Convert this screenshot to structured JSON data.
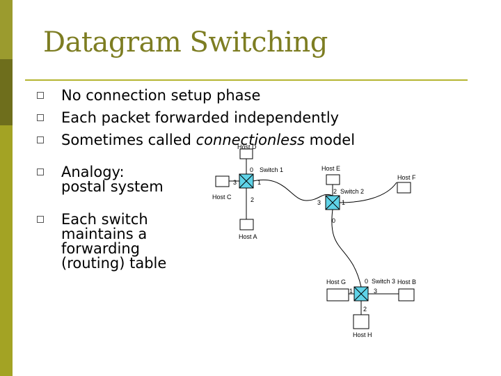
{
  "slide": {
    "title": "Datagram Switching",
    "bullets": [
      {
        "text": "No connection setup phase"
      },
      {
        "text": "Each packet forwarded independently"
      },
      {
        "prefix": "Sometimes called ",
        "em": "connectionless",
        "suffix": " model"
      },
      {
        "lines": [
          "Analogy:",
          "postal system"
        ]
      },
      {
        "lines": [
          "Each switch",
          "maintains a",
          "forwarding",
          "(routing) table"
        ]
      }
    ]
  },
  "diagram": {
    "hosts": {
      "host_a": "Host A",
      "host_b": "Host B",
      "host_c": "Host C",
      "host_d": "Host D",
      "host_e": "Host E",
      "host_f": "Host F",
      "host_g": "Host G",
      "host_h": "Host H"
    },
    "switches": {
      "switch_1": {
        "name": "Switch 1",
        "ports": {
          "p0": "0",
          "p1": "1",
          "p2": "2",
          "p3": "3"
        }
      },
      "switch_2": {
        "name": "Switch 2",
        "ports": {
          "p0": "0",
          "p1": "1",
          "p2": "2",
          "p3": "3"
        }
      },
      "switch_3": {
        "name": "Switch 3",
        "ports": {
          "p0": "0",
          "p1": "1",
          "p2": "2",
          "p3": "3"
        }
      }
    },
    "switch_color": "#5fd3e8"
  },
  "theme": {
    "title_color": "#7d7d22",
    "accent_color": "#b5b530"
  }
}
